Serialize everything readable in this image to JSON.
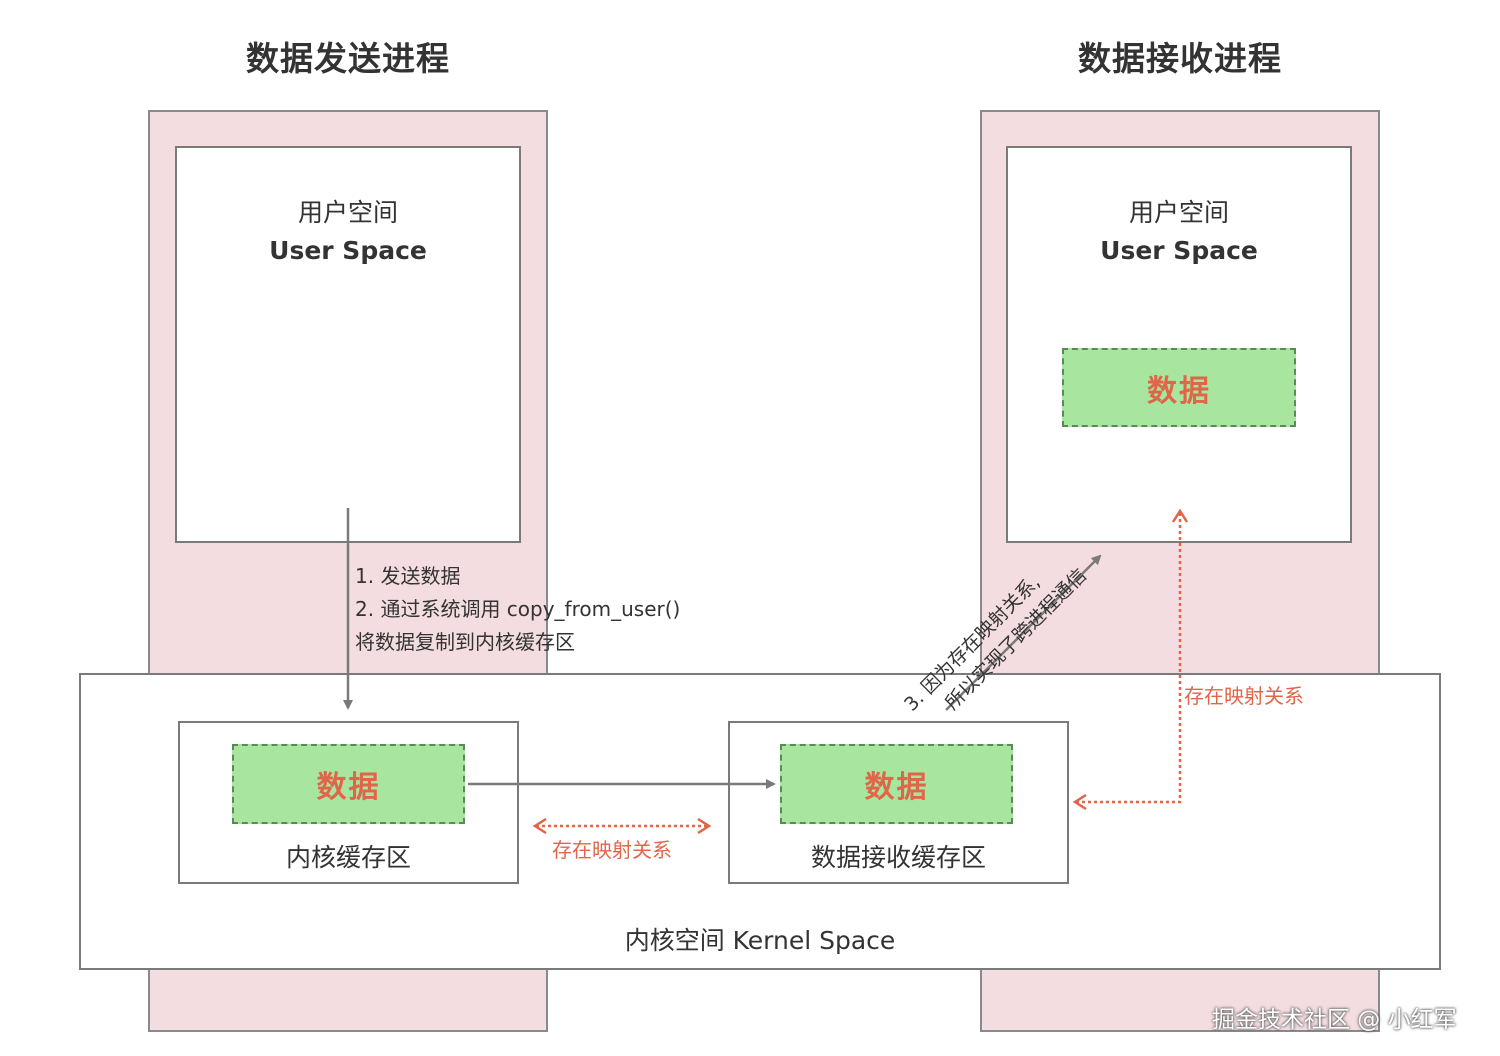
{
  "sender": {
    "title": "数据发送进程",
    "user_space_cn": "用户空间",
    "user_space_en": "User Space"
  },
  "receiver": {
    "title": "数据接收进程",
    "user_space_cn": "用户空间",
    "user_space_en": "User Space",
    "data_label": "数据"
  },
  "kernel": {
    "label": "内核空间 Kernel Space",
    "kernel_buffer": {
      "data_label": "数据",
      "label": "内核缓存区"
    },
    "receive_buffer": {
      "data_label": "数据",
      "label": "数据接收缓存区"
    }
  },
  "steps": {
    "step1": "1.   发送数据",
    "step2": "2.   通过系统调用 copy_from_user()",
    "step2b": "将数据复制到内核缓存区",
    "step3_line1": "3. 因为存在映射关系,",
    "step3_line2": "所以实现了跨进程通信"
  },
  "mapping": {
    "horizontal_label": "存在映射关系",
    "vertical_label": "存在映射关系"
  },
  "watermark": "掘金技术社区 @ 小红军",
  "colors": {
    "process_fill": "#f3dde0",
    "data_fill": "#a8e6a0",
    "data_text": "#e0664a",
    "mapping_red": "#e0664a",
    "arrow_gray": "#7a7a7a"
  }
}
